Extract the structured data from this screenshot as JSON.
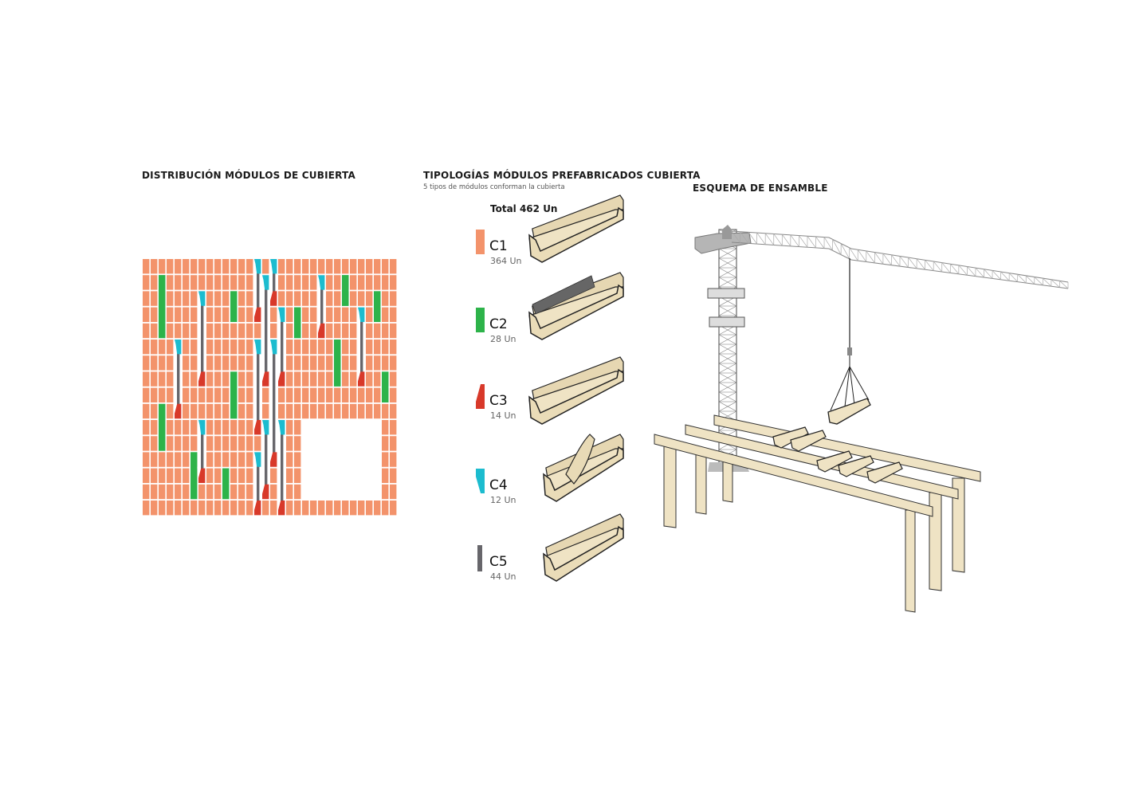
{
  "distribution": {
    "title": "DISTRIBUCIÓN MÓDULOS DE CUBIERTA",
    "grid": {
      "columns": 32,
      "rows": 16,
      "empty_region": {
        "col_from": 20,
        "col_to": 29,
        "row_from": 10,
        "row_to": 14
      },
      "c2_runs": [
        [
          2,
          1,
          4
        ],
        [
          11,
          2,
          3
        ],
        [
          19,
          3,
          4
        ],
        [
          25,
          1,
          2
        ],
        [
          29,
          2,
          3
        ],
        [
          24,
          5,
          7
        ],
        [
          30,
          7,
          8
        ],
        [
          11,
          7,
          9
        ],
        [
          2,
          9,
          11
        ],
        [
          6,
          12,
          14
        ],
        [
          10,
          13,
          14
        ]
      ],
      "c4_c5_c3_chains": [
        [
          7,
          2,
          7
        ],
        [
          4,
          5,
          9
        ],
        [
          14,
          0,
          3
        ],
        [
          14,
          5,
          10
        ],
        [
          14,
          12,
          15
        ],
        [
          15,
          1,
          7
        ],
        [
          15,
          10,
          14
        ],
        [
          16,
          0,
          2
        ],
        [
          16,
          5,
          12
        ],
        [
          17,
          3,
          7
        ],
        [
          17,
          10,
          15
        ],
        [
          22,
          1,
          4
        ],
        [
          27,
          3,
          7
        ],
        [
          7,
          10,
          13
        ]
      ]
    }
  },
  "typologies": {
    "title": "TIPOLOGÍAS MÓDULOS PREFABRICADOS CUBIERTA",
    "subtitle": "5 tipos de módulos conforman la cubierta",
    "total": "Total 462 Un",
    "items": [
      {
        "code": "C1",
        "count": "364 Un",
        "color": "#f3936b"
      },
      {
        "code": "C2",
        "count": "28 Un",
        "color": "#2db34a"
      },
      {
        "code": "C3",
        "count": "14 Un",
        "color": "#d8392a"
      },
      {
        "code": "C4",
        "count": "12 Un",
        "color": "#1cbccf"
      },
      {
        "code": "C5",
        "count": "44 Un",
        "color": "#67666b"
      }
    ]
  },
  "assembly": {
    "title": "ESQUEMA DE ENSAMBLE"
  }
}
